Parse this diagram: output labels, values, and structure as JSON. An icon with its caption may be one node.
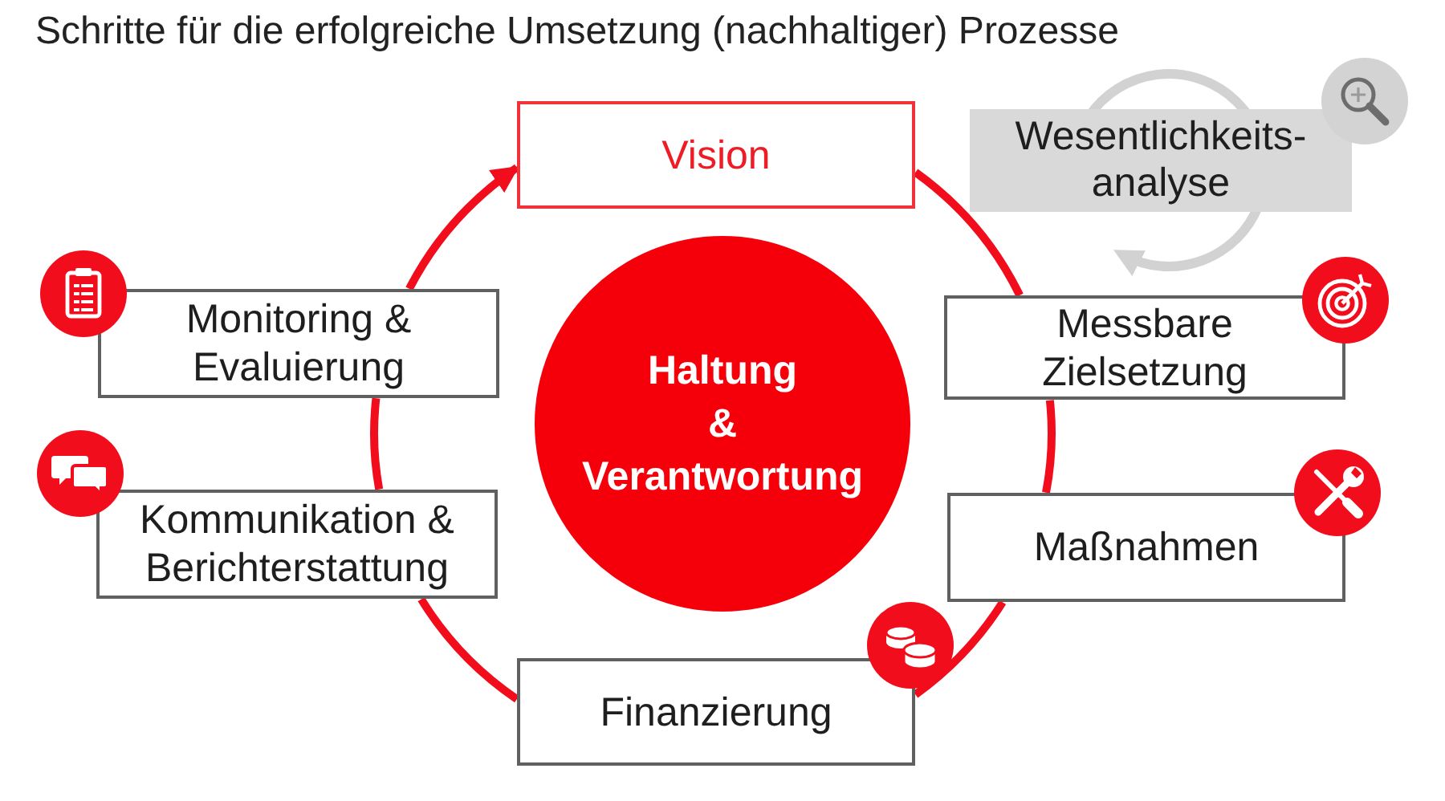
{
  "diagram": {
    "title": "Schritte für die erfolgreiche Umsetzung (nachhaltiger) Prozesse",
    "nodes": [
      {
        "text": [
          "Vision"
        ]
      },
      {
        "text": [
          "Wesentlichkeits- analyse"
        ]
      },
      {
        "text": [
          "Monitoring & Evaluierung"
        ]
      },
      {
        "text": [
          "Haltung & Verantwortung"
        ]
      },
      {
        "text": [
          "Messbare Zielsetzung"
        ]
      },
      {
        "text": [
          "Kommunikation & Berichterstattung"
        ]
      },
      {
        "text": [
          "Maßnahmen"
        ]
      },
      {
        "text": [
          "Finanzierung"
        ]
      }
    ],
    "edges": [
      {
        "from": 0,
        "to": 4,
        "arrow": "none"
      },
      {
        "from": 4,
        "to": 6,
        "arrow": "none"
      },
      {
        "from": 6,
        "to": 7,
        "arrow": "none"
      },
      {
        "from": 7,
        "to": 5,
        "arrow": "none"
      },
      {
        "from": 5,
        "to": 2,
        "arrow": "none"
      },
      {
        "from": 2,
        "to": 0,
        "arrow": "to"
      }
    ]
  }
}
